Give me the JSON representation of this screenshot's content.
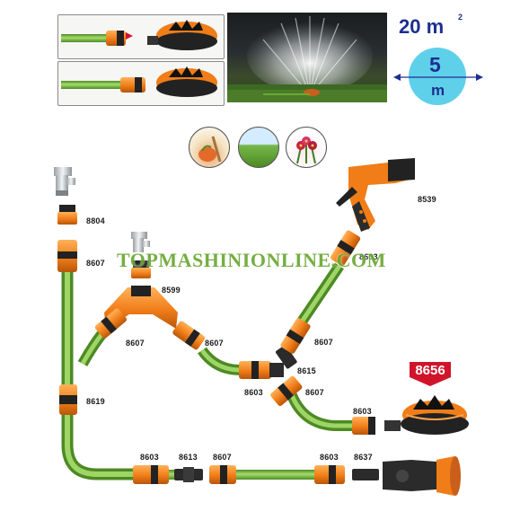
{
  "spec": {
    "area_value": "20 m",
    "area_exponent": "2",
    "radius_value": "5",
    "radius_unit": "m"
  },
  "watermark": "TOPMASHINIONLINE.COM",
  "badge_label": "8656",
  "part_codes": {
    "p8804": "8804",
    "p8607_top": "8607",
    "p8599": "8599",
    "p8607_left": "8607",
    "p8607_mid": "8607",
    "p8619": "8619",
    "p8603_center": "8603",
    "p8615": "8615",
    "p8607_right": "8607",
    "p8539": "8539",
    "p8603_gun": "8603",
    "p8607_riser": "8607",
    "p8603_sprinkler": "8603",
    "p8603_bottom_left": "8603",
    "p8613": "8613",
    "p8607_bottom": "8607",
    "p8603_bottom_right": "8603",
    "p8637": "8637"
  },
  "colors": {
    "hose_green": "#7fc241",
    "hose_dark": "#4d8a24",
    "connector_orange": "#f07d18",
    "connector_black": "#222222",
    "text_blue": "#1d2f8f",
    "circle_cyan": "#5fd0ea",
    "badge_red": "#d0152a",
    "watermark_green": "#6aa832"
  },
  "icons": [
    "garden-beds-icon",
    "lawn-icon",
    "flowers-icon"
  ]
}
